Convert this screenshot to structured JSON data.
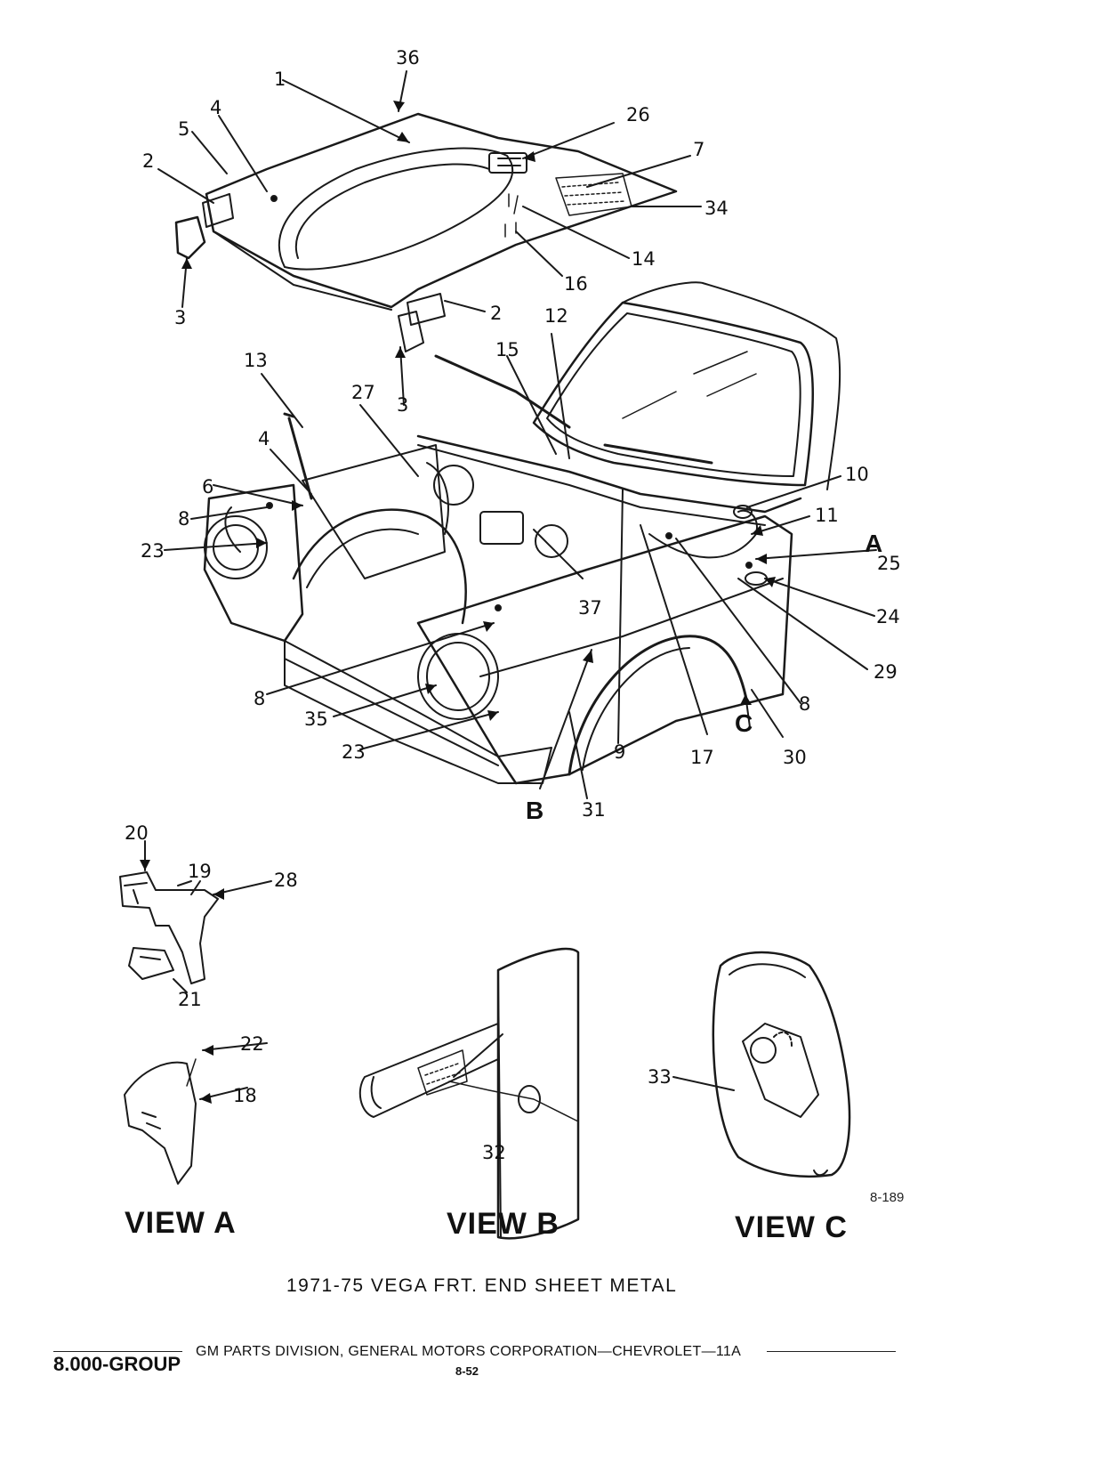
{
  "diagram": {
    "title": "1971-75 VEGA FRT. END SHEET METAL",
    "figure_number": "8-189",
    "view_labels": {
      "a": "VIEW A",
      "b": "VIEW B",
      "c": "VIEW C"
    },
    "view_letters": {
      "a": "A",
      "b": "B",
      "c": "C"
    },
    "callouts": {
      "hood": "1",
      "hinge_left": "2",
      "hinge_right": "2",
      "hinge_bracket_left": "3",
      "hinge_bracket_right": "3",
      "bumper_upper": "4",
      "bumper_lower": "4",
      "hood_seal": "5",
      "prop_clip": "6",
      "hood_insulator": "7",
      "bolt_left": "8",
      "bolt_lower": "8",
      "bolt_right": "8",
      "panel_9": "9",
      "cable_10": "10",
      "clip_11": "11",
      "latch_support": "12",
      "hood_prop": "13",
      "spring_14": "14",
      "catch_15": "15",
      "bolts_16": "16",
      "bracket_17": "17",
      "view_a_18": "18",
      "view_a_19": "19",
      "view_a_20": "20",
      "view_a_21": "21",
      "view_a_22": "22",
      "fender_left": "23",
      "fender_right": "23",
      "emblem": "24",
      "nut_25": "25",
      "latch_26": "26",
      "skirt_27": "27",
      "view_a_28": "28",
      "molding_29": "29",
      "flare_30": "30",
      "molding_31": "31",
      "view_b_32": "32",
      "view_c_33": "33",
      "insulator_34": "34",
      "headlamp_35": "35",
      "hood_edge_36": "36",
      "bracket_37": "37"
    }
  },
  "footer": {
    "group": "8.000-GROUP",
    "text": "GM PARTS DIVISION, GENERAL MOTORS CORPORATION—CHEVROLET—11A",
    "page": "8-52"
  }
}
